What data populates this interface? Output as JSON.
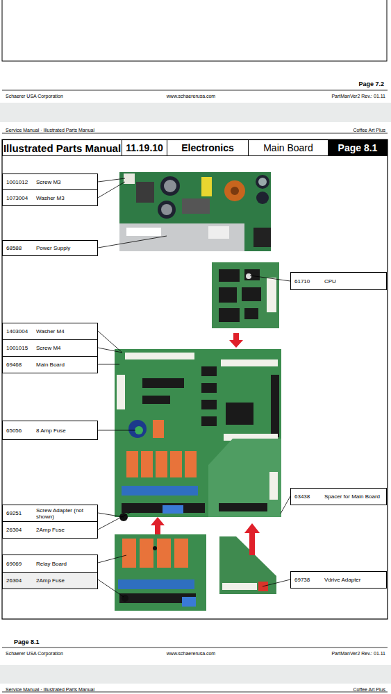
{
  "diagram": {
    "nodes": [
      {
        "text": [
          "Illustrated Parts Manual"
        ]
      },
      {
        "text": [
          "11.19.10"
        ]
      },
      {
        "text": [
          "Electronics"
        ]
      },
      {
        "text": [
          "Main Board"
        ]
      },
      {
        "text": [
          "Page 8.1"
        ]
      },
      {
        "text": [
          "1001012",
          "Screw M3"
        ]
      },
      {
        "text": [
          "1073004",
          "Washer M3"
        ]
      },
      {
        "text": [
          "68588",
          "Power Supply"
        ]
      },
      {
        "text": [
          "61710",
          "CPU"
        ]
      },
      {
        "text": [
          "1403004",
          "Washer M4"
        ]
      },
      {
        "text": [
          "1001015",
          "Screw M4"
        ]
      },
      {
        "text": [
          "69468",
          "Main Board"
        ]
      },
      {
        "text": [
          "65056",
          "8 Amp Fuse"
        ]
      },
      {
        "text": [
          "63438",
          "Spacer for Main Board"
        ]
      },
      {
        "text": [
          "69251",
          "Screw Adapter (not shown)"
        ]
      },
      {
        "text": [
          "26304",
          "2Amp Fuse"
        ]
      },
      {
        "text": [
          "69069",
          "Relay Board"
        ]
      },
      {
        "text": [
          "26304",
          "2Amp Fuse"
        ]
      },
      {
        "text": [
          "69738",
          "Vdrive Adapter"
        ]
      }
    ],
    "labels": [
      "Page 7.2",
      "Schaerer USA Corporation",
      "www.schaererusa.com",
      "PartManVer2 Rev.: 01.11",
      "Service Manual · Illustrated Parts Manual",
      "Coffee Art Plus",
      "Page 8.1",
      "Schaerer USA Corporation",
      "www.schaererusa.com",
      "PartManVer2 Rev.: 01.11",
      "Service Manual · Illustrated Parts Manual",
      "Coffee Art Plus"
    ]
  }
}
